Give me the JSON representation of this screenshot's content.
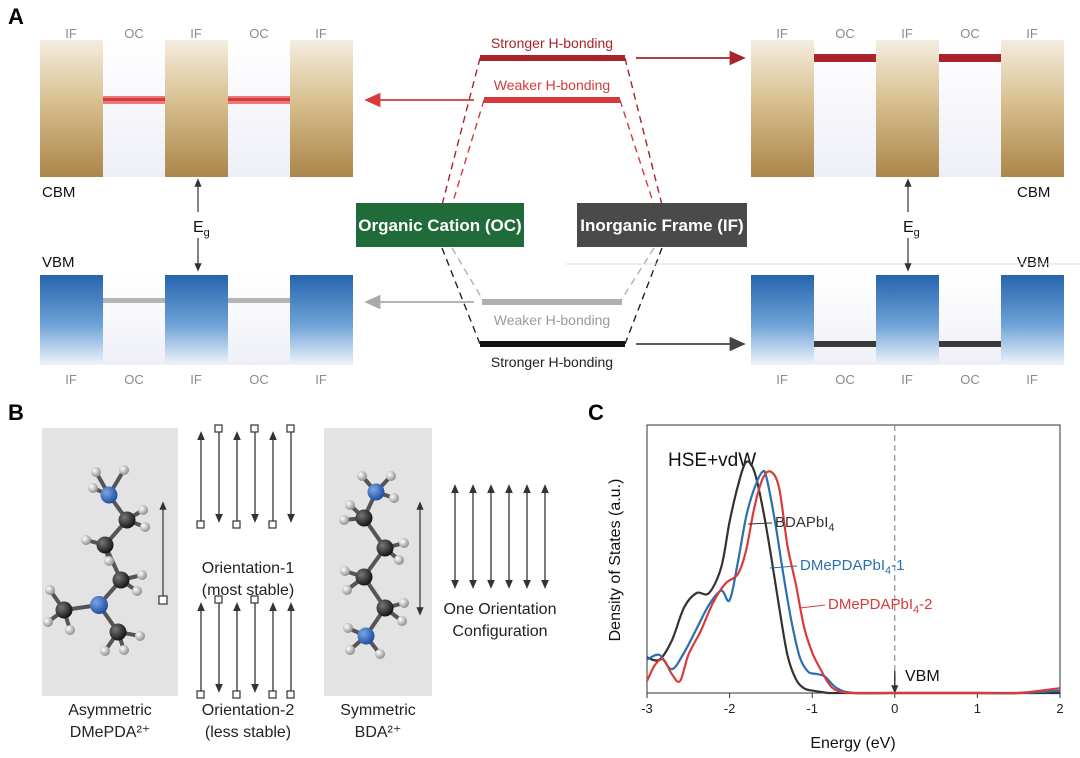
{
  "panel_a": {
    "label": "A",
    "columns_left": [
      "IF",
      "OC",
      "IF",
      "OC",
      "IF"
    ],
    "columns_right": [
      "IF",
      "OC",
      "IF",
      "OC",
      "IF"
    ],
    "columns_bottom_left": [
      "IF",
      "OC",
      "IF",
      "OC",
      "IF"
    ],
    "columns_bottom_right": [
      "IF",
      "OC",
      "IF",
      "OC",
      "IF"
    ],
    "cbm_left": "CBM",
    "cbm_right": "CBM",
    "vbm_left": "VBM",
    "vbm_right": "VBM",
    "eg_left": "E",
    "eg_right": "E",
    "eg_sub": "g",
    "organic_box": "Organic Cation (OC)",
    "inorganic_box": "Inorganic Frame (IF)",
    "top_stronger": "Stronger H-bonding",
    "top_weaker": "Weaker H-bonding",
    "bottom_weaker": "Weaker H-bonding",
    "bottom_stronger": "Stronger H-bonding",
    "colors": {
      "cbm_gold": "#b8965a",
      "vbm_blue": "#2e73b8",
      "oc_green": "#1f6b3a",
      "if_gray": "#4a4a4a",
      "red": "#d63a3a",
      "darkred": "#a8242a"
    }
  },
  "panel_b": {
    "label": "B",
    "asym_caption_1": "Asymmetric",
    "asym_caption_2": "DMePDA²⁺",
    "orient1_a": "Orientation-1",
    "orient1_b": "(most stable)",
    "orient2_a": "Orientation-2",
    "orient2_b": "(less stable)",
    "sym_caption_1": "Symmetric",
    "sym_caption_2": "BDA²⁺",
    "one_orient_1": "One Orientation",
    "one_orient_2": "Configuration"
  },
  "panel_c": {
    "label": "C",
    "method": "HSE+vdW",
    "vbm_label": "VBM",
    "chart_data": {
      "type": "line",
      "title": "",
      "xlabel": "Energy (eV)",
      "ylabel": "Density of States (a.u.)",
      "xlim": [
        -3,
        2
      ],
      "ylim": [
        0,
        1
      ],
      "xticks": [
        "-3",
        "-2",
        "-1",
        "0",
        "1",
        "2"
      ],
      "vline_x": 0,
      "series": [
        {
          "name": "BDAPbI4",
          "label_main": "BDAPbI",
          "label_sub": "4",
          "label_tail": "",
          "color": "#333333",
          "x": [
            -3,
            -2.85,
            -2.7,
            -2.55,
            -2.4,
            -2.25,
            -2.1,
            -2.0,
            -1.9,
            -1.8,
            -1.7,
            -1.6,
            -1.5,
            -1.4,
            -1.3,
            -1.2,
            -1.1,
            -1.0,
            -0.9,
            -0.8,
            -0.6,
            -0.3,
            0,
            0.5,
            1,
            1.5,
            2
          ],
          "y": [
            0.15,
            0.14,
            0.22,
            0.36,
            0.42,
            0.42,
            0.53,
            0.72,
            0.87,
            0.97,
            0.93,
            0.78,
            0.58,
            0.36,
            0.16,
            0.06,
            0.02,
            0.01,
            0.005,
            0,
            0,
            0,
            0,
            0,
            0,
            0,
            0
          ]
        },
        {
          "name": "DMePDAPbI4-1",
          "label_main": "DMePDAPbI",
          "label_sub": "4",
          "label_tail": "-1",
          "color": "#2a6fb0",
          "x": [
            -3,
            -2.85,
            -2.7,
            -2.55,
            -2.4,
            -2.25,
            -2.1,
            -2.0,
            -1.9,
            -1.8,
            -1.7,
            -1.6,
            -1.55,
            -1.45,
            -1.35,
            -1.25,
            -1.15,
            -1.05,
            -0.95,
            -0.85,
            -0.7,
            -0.5,
            0,
            0.5,
            1,
            1.5,
            2
          ],
          "y": [
            0.14,
            0.16,
            0.1,
            0.17,
            0.27,
            0.37,
            0.43,
            0.39,
            0.55,
            0.74,
            0.86,
            0.93,
            0.9,
            0.72,
            0.5,
            0.3,
            0.15,
            0.09,
            0.08,
            0.07,
            0.02,
            0,
            0,
            0,
            0,
            0,
            0.01
          ]
        },
        {
          "name": "DMePDAPbI4-2",
          "label_main": "DMePDAPbI",
          "label_sub": "4",
          "label_tail": "-2",
          "color": "#d93a3a",
          "x": [
            -3,
            -2.9,
            -2.8,
            -2.7,
            -2.6,
            -2.5,
            -2.35,
            -2.2,
            -2.05,
            -1.9,
            -1.8,
            -1.7,
            -1.6,
            -1.5,
            -1.4,
            -1.3,
            -1.2,
            -1.1,
            -1.0,
            -0.9,
            -0.8,
            -0.7,
            -0.5,
            0,
            0.5,
            1,
            1.5,
            2
          ],
          "y": [
            0.05,
            0.12,
            0.14,
            0.08,
            0.05,
            0.16,
            0.26,
            0.38,
            0.46,
            0.5,
            0.6,
            0.78,
            0.9,
            0.93,
            0.86,
            0.62,
            0.46,
            0.28,
            0.17,
            0.1,
            0.04,
            0.01,
            0,
            0,
            0,
            0,
            0,
            0.02
          ]
        }
      ]
    }
  }
}
